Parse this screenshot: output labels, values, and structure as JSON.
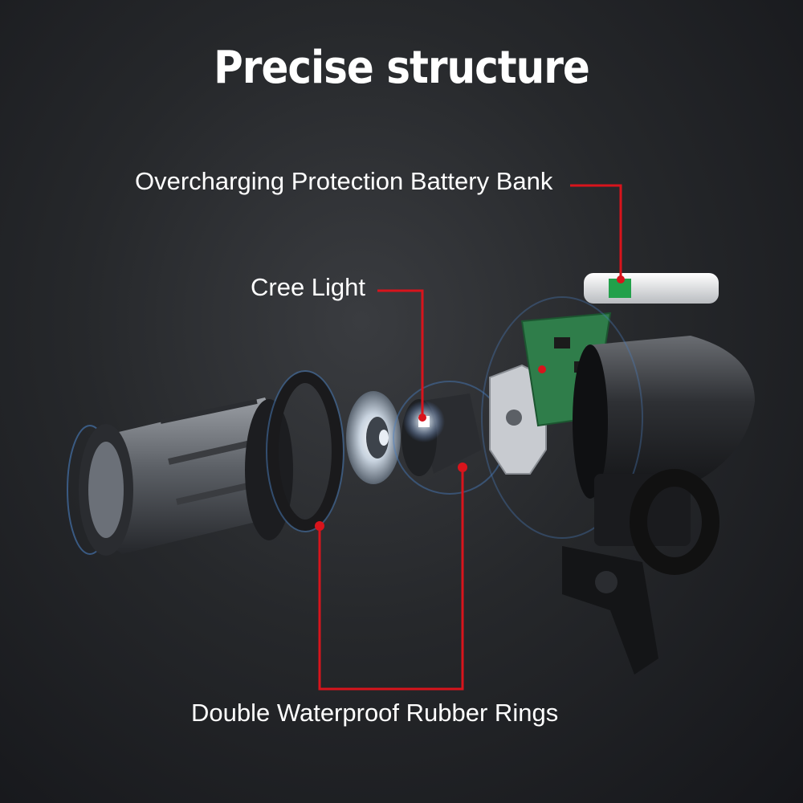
{
  "title": "Precise structure",
  "labels": {
    "battery": "Overcharging Protection Battery Bank",
    "cree": "Cree Light",
    "rings": "Double Waterproof Rubber Rings"
  },
  "colors": {
    "background": "#26282b",
    "leader_line": "#d8141c",
    "text": "#ffffff"
  },
  "icons": [
    "bike-light-front-housing",
    "rubber-ring",
    "reflector-lens",
    "led-module",
    "battery-pack",
    "circuit-board",
    "handlebar-mount"
  ]
}
